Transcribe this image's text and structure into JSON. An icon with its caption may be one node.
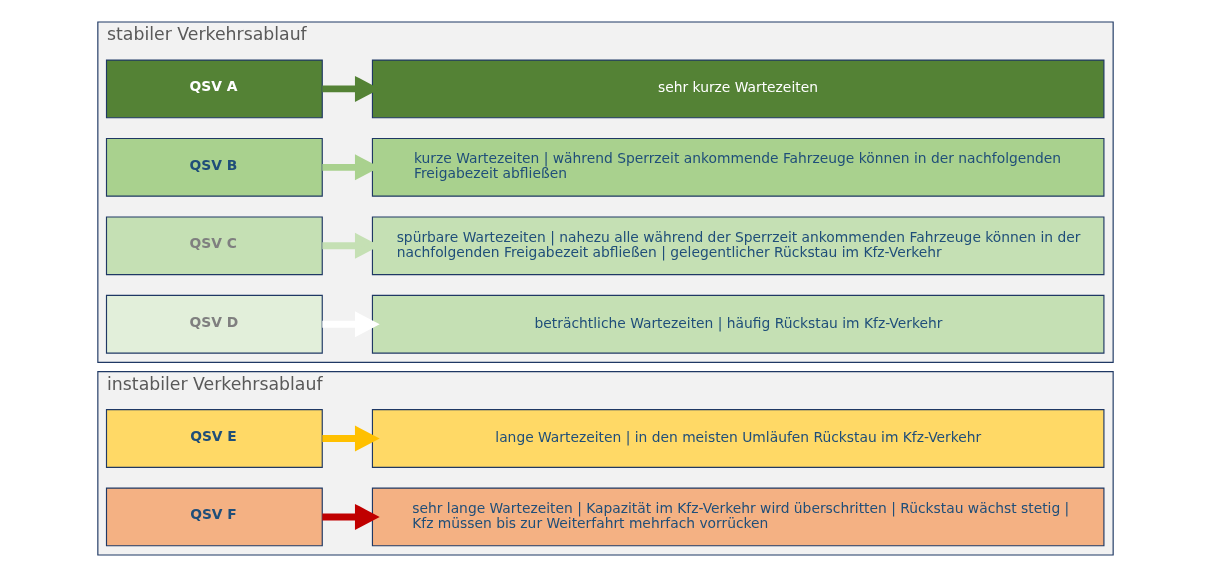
{
  "diagram": {
    "nodes": [
      {
        "text": [
          "stabiler Verkehrsablauf"
        ]
      },
      {
        "text": [
          "QSV A"
        ],
        "in": 0
      },
      {
        "text": [
          "sehr kurze Wartezeiten"
        ],
        "in": 0
      },
      {
        "text": [
          "QSV B"
        ],
        "in": 0
      },
      {
        "text": [
          "kurze Wartezeiten | während Sperrzeit ankommende Fahrzeuge können in der nachfolgenden Freigabezeit abfließen"
        ],
        "in": 0
      },
      {
        "text": [
          "QSV C"
        ],
        "in": 0
      },
      {
        "text": [
          "spürbare Wartezeiten | nahezu alle während der Sperrzeit ankommenden Fahrzeuge können in der nachfolgenden Freigabezeit abfließen | gelegentlicher Rückstau im Kfz-Verkehr"
        ],
        "in": 0
      },
      {
        "text": [
          "QSV D"
        ],
        "in": 0
      },
      {
        "text": [
          "beträchtliche Wartezeiten | häufig Rückstau im Kfz-Verkehr"
        ],
        "in": 0
      },
      {
        "text": [
          "instabiler Verkehrsablauf"
        ]
      },
      {
        "text": [
          "QSV E"
        ],
        "in": 9
      },
      {
        "text": [
          "lange Wartezeiten | in den meisten Umläufen Rückstau im Kfz-Verkehr"
        ],
        "in": 9
      },
      {
        "text": [
          "QSV F"
        ],
        "in": 9
      },
      {
        "text": [
          "sehr lange Wartezeiten | Kapazität im Kfz-Verkehr wird überschritten | Rückstau wächst stetig | Kfz müssen bis zur Weiterfahrt mehrfach vorrücken"
        ],
        "in": 9
      }
    ],
    "edges": [
      {
        "from": 1,
        "to": 2,
        "arrow": "to",
        "color": "#548235"
      },
      {
        "from": 3,
        "to": 4,
        "arrow": "to",
        "color": "#a9d18e"
      },
      {
        "from": 5,
        "to": 6,
        "arrow": "to",
        "color": "#c5e0b4"
      },
      {
        "from": 7,
        "to": 8,
        "arrow": "to",
        "color": "#ffffff"
      },
      {
        "from": 10,
        "to": 11,
        "arrow": "to",
        "color": "#ffc000"
      },
      {
        "from": 12,
        "to": 13,
        "arrow": "to",
        "color": "#c00000"
      }
    ]
  }
}
